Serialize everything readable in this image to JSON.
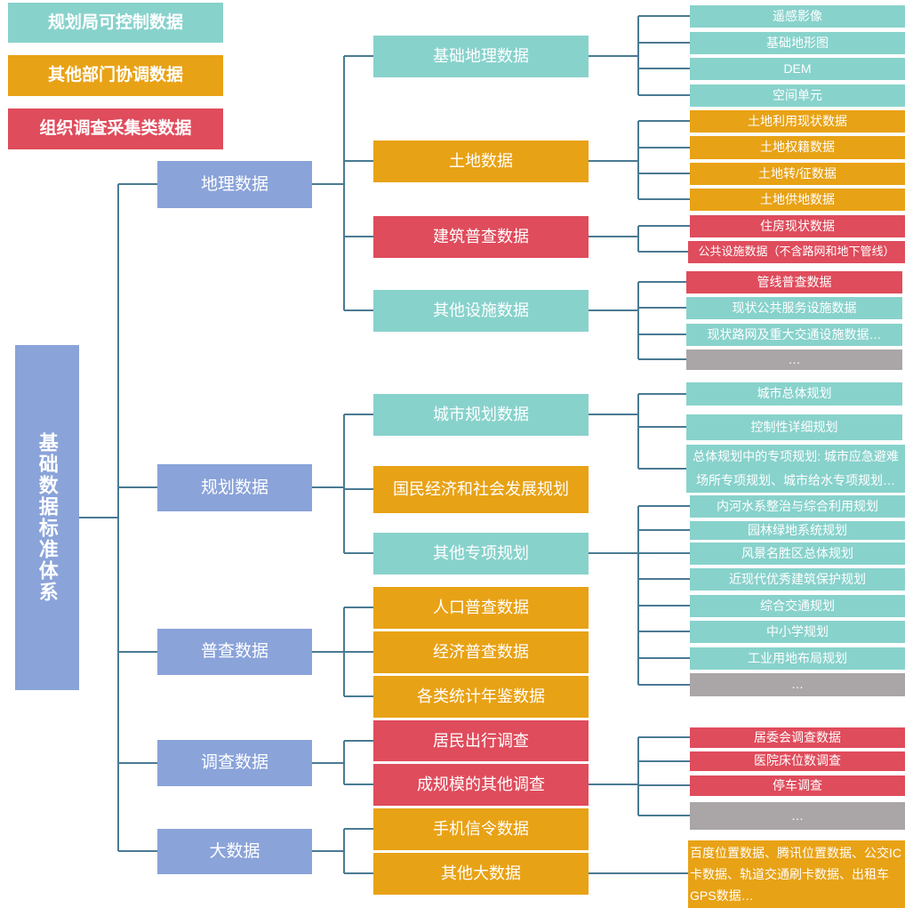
{
  "colors": {
    "teal": "#88d2cc",
    "orange": "#e8a215",
    "red": "#df4c5c",
    "blue": "#8aa3d9",
    "gray": "#aaa5a6",
    "line": "#4a7a93"
  },
  "legend": [
    {
      "label": "规划局可控制数据",
      "color": "teal"
    },
    {
      "label": "其他部门协调数据",
      "color": "orange"
    },
    {
      "label": "组织调查采集类数据",
      "color": "red"
    }
  ],
  "root": {
    "label": "基础数据标准体系"
  },
  "level1": [
    {
      "label": "地理数据"
    },
    {
      "label": "规划数据"
    },
    {
      "label": "普查数据"
    },
    {
      "label": "调查数据"
    },
    {
      "label": "大数据"
    }
  ],
  "level2": [
    {
      "label": "基础地理数据",
      "color": "teal"
    },
    {
      "label": "土地数据",
      "color": "orange"
    },
    {
      "label": "建筑普查数据",
      "color": "red"
    },
    {
      "label": "其他设施数据",
      "color": "teal"
    },
    {
      "label": "城市规划数据",
      "color": "teal"
    },
    {
      "label": "国民经济和社会发展规划",
      "color": "orange"
    },
    {
      "label": "其他专项规划",
      "color": "teal"
    },
    {
      "label": "人口普查数据",
      "color": "orange"
    },
    {
      "label": "经济普查数据",
      "color": "orange"
    },
    {
      "label": "各类统计年鉴数据",
      "color": "orange"
    },
    {
      "label": "居民出行调查",
      "color": "red"
    },
    {
      "label": "成规模的其他调查",
      "color": "red"
    },
    {
      "label": "手机信令数据",
      "color": "orange"
    },
    {
      "label": "其他大数据",
      "color": "orange"
    }
  ],
  "level3": [
    {
      "label": "遥感影像",
      "color": "teal"
    },
    {
      "label": "基础地形图",
      "color": "teal"
    },
    {
      "label": "DEM",
      "color": "teal"
    },
    {
      "label": "空间单元",
      "color": "teal"
    },
    {
      "label": "土地利用现状数据",
      "color": "orange"
    },
    {
      "label": "土地权籍数据",
      "color": "orange"
    },
    {
      "label": "土地转/征数据",
      "color": "orange"
    },
    {
      "label": "土地供地数据",
      "color": "orange"
    },
    {
      "label": "住房现状数据",
      "color": "red"
    },
    {
      "label": "公共设施数据（不含路网和地下管线）",
      "color": "red"
    },
    {
      "label": "管线普查数据",
      "color": "red"
    },
    {
      "label": "现状公共服务设施数据",
      "color": "teal"
    },
    {
      "label": "现状路网及重大交通设施数据…",
      "color": "teal"
    },
    {
      "label": "…",
      "color": "gray"
    },
    {
      "label": "城市总体规划",
      "color": "teal"
    },
    {
      "label": "控制性详细规划",
      "color": "teal"
    },
    {
      "label": "总体规划中的专项规划: 城市应急避难场所专项规划、城市给水专项规划…",
      "color": "teal"
    },
    {
      "label": "内河水系整治与综合利用规划",
      "color": "teal"
    },
    {
      "label": "园林绿地系统规划",
      "color": "teal"
    },
    {
      "label": "风景名胜区总体规划",
      "color": "teal"
    },
    {
      "label": "近现代优秀建筑保护规划",
      "color": "teal"
    },
    {
      "label": "综合交通规划",
      "color": "teal"
    },
    {
      "label": "中小学规划",
      "color": "teal"
    },
    {
      "label": "工业用地布局规划",
      "color": "teal"
    },
    {
      "label": "…",
      "color": "gray"
    },
    {
      "label": "居委会调查数据",
      "color": "red"
    },
    {
      "label": "医院床位数调查",
      "color": "red"
    },
    {
      "label": "停车调查",
      "color": "red"
    },
    {
      "label": "…",
      "color": "gray"
    },
    {
      "label": "百度位置数据、腾讯位置数据、公交IC卡数据、轨道交通刷卡数据、出租车GPS数据…",
      "color": "orange"
    }
  ]
}
